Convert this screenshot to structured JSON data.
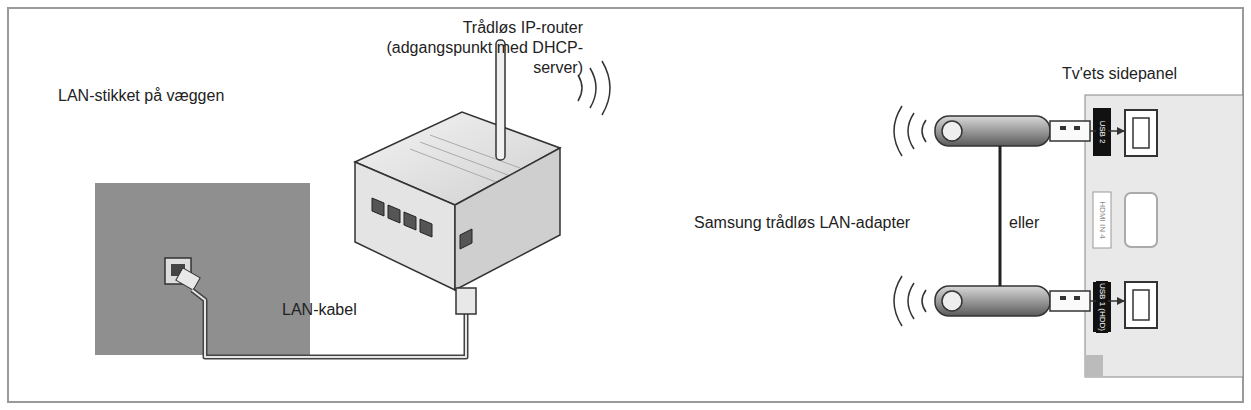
{
  "diagram": {
    "labels": [
      "LAN-stikket på væggen",
      "Trådløs IP-router (adgangspunkt med DHCP-server)",
      "LAN-kabel",
      "Tv'ets sidepanel",
      "Samsung trådløs LAN-adapter",
      "eller",
      "USB 2",
      "HDMI IN 4",
      "USB 1 (HDD)"
    ]
  }
}
